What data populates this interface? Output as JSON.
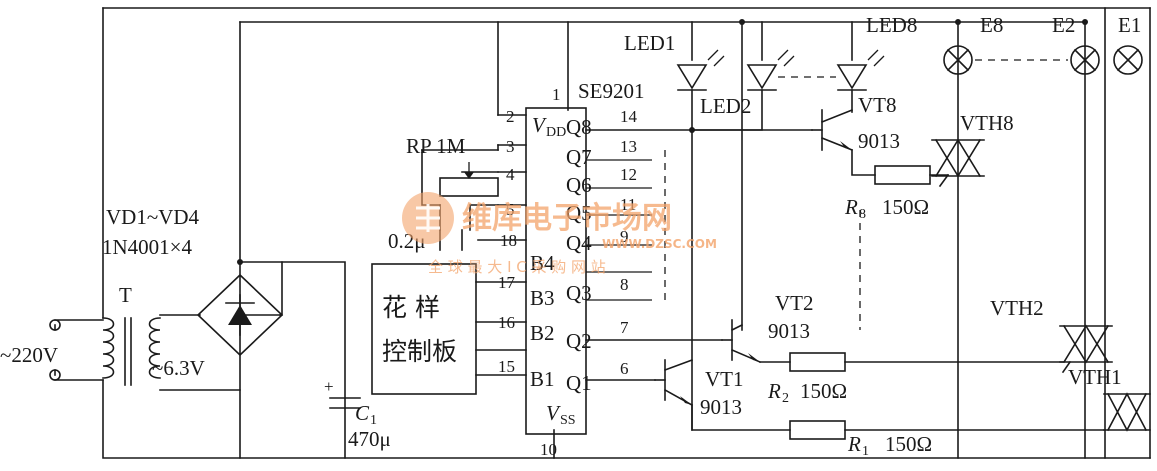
{
  "ic": {
    "name": "SE9201",
    "vdd": "V",
    "vdd_sub": "DD",
    "vss": "V",
    "vss_sub": "SS",
    "outputs": [
      "Q8",
      "Q7",
      "Q6",
      "Q5",
      "Q4",
      "Q3",
      "Q2",
      "Q1"
    ],
    "inputs": [
      "B4",
      "B3",
      "B2",
      "B1"
    ],
    "pins": {
      "p1": "1",
      "p2": "2",
      "p3": "3",
      "p4": "4",
      "p5": "5",
      "p18": "18",
      "p17": "17",
      "p16": "16",
      "p15": "15",
      "p14": "14",
      "p13": "13",
      "p12": "12",
      "p11": "11",
      "p9": "9",
      "p8": "8",
      "p7": "7",
      "p6": "6",
      "p10": "10"
    }
  },
  "labels": {
    "rp": "RP  1M",
    "cap_small": "0.2μ",
    "rect_label": "VD1~VD4",
    "rect_part": "1N4001×4",
    "transformer": "T",
    "mains": "~220V",
    "secondary": "~6.3V",
    "c1_name": "C",
    "c1_sub": "1",
    "c1_val": "470μ",
    "c1_plus": "+",
    "board_line1": "花    样",
    "board_line2": "控制板",
    "led1": "LED1",
    "led2": "LED2",
    "led8": "LED8",
    "vt8": "VT8",
    "vt8_part": "9013",
    "vt2": "VT2",
    "vt2_part": "9013",
    "vt1": "VT1",
    "vt1_part": "9013",
    "r8_name": "R",
    "r8_sub": "8",
    "r8_val": "150Ω",
    "r2_name": "R",
    "r2_sub": "2",
    "r2_val": "150Ω",
    "r1_name": "R",
    "r1_sub": "1",
    "r1_val": "150Ω",
    "vth8": "VTH8",
    "vth2": "VTH2",
    "vth1": "VTH1",
    "e8": "E8",
    "e2": "E2",
    "e1": "E1"
  },
  "watermark": {
    "main": "维库电子市场网",
    "url": "WWW.DZSC.COM",
    "sub": "全 球 最 大 I C 采 购 网 站"
  }
}
